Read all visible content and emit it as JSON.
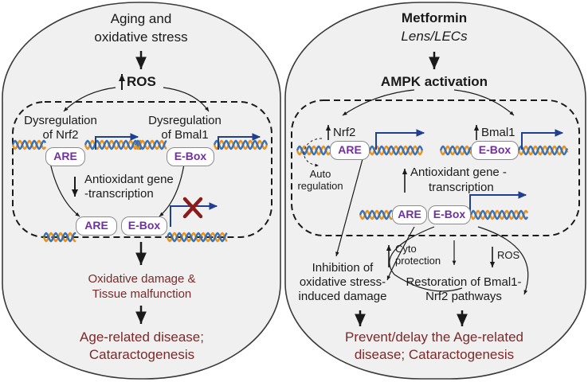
{
  "left_panel": {
    "title_line1": "Aging and",
    "title_line2": "oxidative stress",
    "ros": "ROS",
    "nrf2_line1": "Dysregulation",
    "nrf2_line2": "of Nrf2",
    "bmal_line1": "Dysregulation",
    "bmal_line2": "of Bmal1",
    "are": "ARE",
    "ebox": "E-Box",
    "antiox_line1": "Antioxidant gene",
    "antiox_line2": "-transcription",
    "are2": "ARE",
    "ebox2": "E-Box",
    "damage_line1": "Oxidative damage &",
    "damage_line2": "Tissue malfunction",
    "disease_line1": "Age-related disease;",
    "disease_line2": "Cataractogenesis"
  },
  "right_panel": {
    "title": "Metformin",
    "subtitle": "Lens/LECs",
    "ampk": "AMPK activation",
    "nrf2": "Nrf2",
    "bmal1": "Bmal1",
    "are": "ARE",
    "ebox": "E-Box",
    "auto_line1": "Auto",
    "auto_line2": "regulation",
    "antiox_line1": "Antioxidant gene -",
    "antiox_line2": "transcription",
    "are2": "ARE",
    "ebox2": "E-Box",
    "cyto_line1": "Cyto",
    "cyto_line2": "protection",
    "ros": "ROS",
    "inhib_line1": "Inhibition of",
    "inhib_line2": "oxidative stress-",
    "inhib_line3": "induced damage",
    "restore_line1": "Restoration of Bmal1-",
    "restore_line2": "Nrf2 pathways",
    "outcome_line1": "Prevent/delay the Age-related",
    "outcome_line2": "disease; Cataractogenesis"
  },
  "colors": {
    "dna_orange": "#e8901e",
    "dna_blue": "#3a6fb0",
    "gene_arrow": "#1f3f8f",
    "inhibit_x": "#8b1a1a",
    "panel_fill": "#f0f0f0"
  }
}
